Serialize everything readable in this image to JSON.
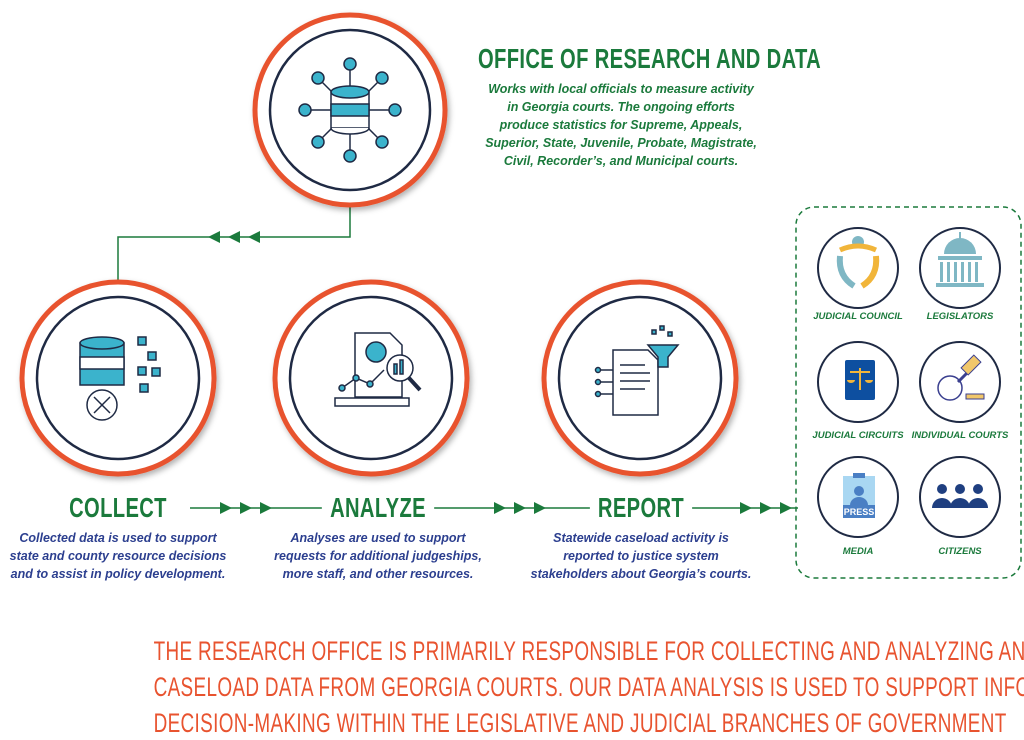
{
  "office": {
    "title": "OFFICE OF RESEARCH AND DATA",
    "description_lines": [
      "Works with local officials to measure activity",
      "in Georgia courts. The ongoing efforts",
      "produce statistics for Supreme, Appeals,",
      "Superior, State, Juvenile, Probate, Magistrate,",
      "Civil, Recorder’s, and Municipal courts."
    ]
  },
  "steps": [
    {
      "title": "COLLECT",
      "lines": [
        "Collected data is used to support",
        "state and county resource decisions",
        "and to assist in policy development."
      ]
    },
    {
      "title": "ANALYZE",
      "lines": [
        "Analyses are used to support",
        "requests for additional judgeships,",
        "more staff, and other resources."
      ]
    },
    {
      "title": "REPORT",
      "lines": [
        "Statewide caseload activity is",
        "reported to justice system",
        "stakeholders about Georgia’s courts."
      ]
    }
  ],
  "stakeholders": [
    {
      "label": "JUDICIAL COUNCIL"
    },
    {
      "label": "LEGISLATORS"
    },
    {
      "label": "JUDICIAL CIRCUITS"
    },
    {
      "label": "INDIVIDUAL COURTS"
    },
    {
      "label": "MEDIA",
      "badge": "PRESS"
    },
    {
      "label": "CITIZENS"
    }
  ],
  "footer_lines": [
    "THE RESEARCH OFFICE IS PRIMARILY RESPONSIBLE FOR COLLECTING AND ANALYZING ANNUAL",
    "CASELOAD DATA FROM GEORGIA COURTS. OUR DATA ANALYSIS IS USED TO SUPPORT INFORMED",
    "DECISION-MAKING WITHIN THE LEGISLATIVE AND JUDICIAL BRANCHES OF GOVERNMENT"
  ],
  "colors": {
    "green": "#1b7a3c",
    "orange": "#e8532f",
    "navy": "#2c3f8f",
    "teal": "#3bb3cc"
  }
}
